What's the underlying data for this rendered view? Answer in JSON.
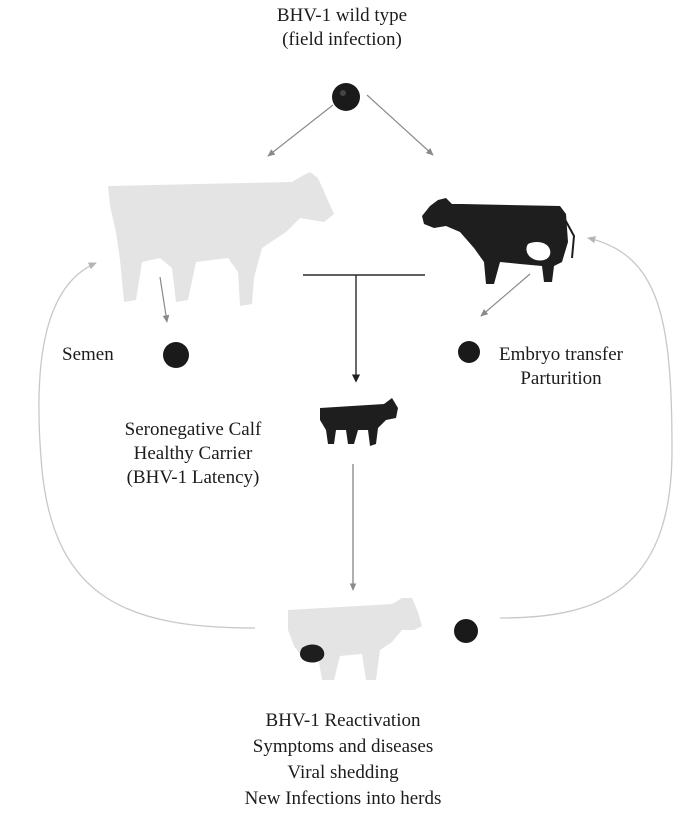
{
  "source": {
    "line1": "BHV-1 wild type",
    "line2": "(field infection)"
  },
  "semen": {
    "label": "Semen"
  },
  "embryo": {
    "line1": "Embryo transfer",
    "line2": "Parturition"
  },
  "calf": {
    "line1": "Seronegative Calf",
    "line2": "Healthy Carrier",
    "line3": "(BHV-1 Latency)"
  },
  "outcome": {
    "line1": "BHV-1 Reactivation",
    "line2": "Symptoms and diseases",
    "line3": "Viral shedding",
    "line4": "New Infections into herds"
  },
  "colors": {
    "dark_cow": "#1e1e1e",
    "light_cow": "#e4e4e4",
    "virus": "#1a1a1a",
    "arrow": "#7a7a7a",
    "main_arrow": "#2a2a2a",
    "loop": "#c8c8c8"
  }
}
